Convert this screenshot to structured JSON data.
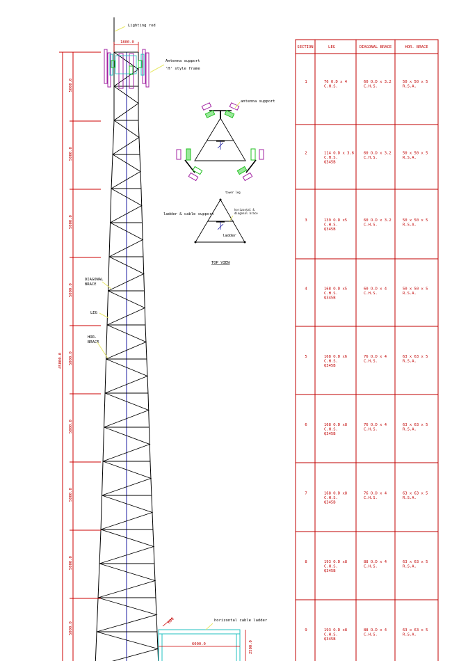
{
  "colors": {
    "tower": "#000000",
    "dimension": "#cc0000",
    "center_line": "#1a1aa0",
    "leader": "#e8e86a",
    "antenna_panel": "#a020a0",
    "antenna_mount": "#20c020",
    "frame": "#20c0c0"
  },
  "elevation": {
    "lightning_rod_label": "Lighting rod",
    "top_width": "1800.0",
    "antenna_label_1": "Antenna support",
    "antenna_label_2": "'H' style frame",
    "diagonal_label_1": "DIAGONAL",
    "diagonal_label_2": "BRACE",
    "leg_label": "LEG",
    "hor_label_1": "HOR.",
    "hor_label_2": "BRACE",
    "total_height": "45000.0",
    "section_heights": [
      "5000.0",
      "5000.0",
      "5000.0",
      "5000.0",
      "5000.0",
      "5000.0",
      "5000.0",
      "5000.0",
      "5000.0"
    ]
  },
  "top_view": {
    "antenna_support_label": "antenna support",
    "tower_leg_label": "tower leg",
    "ladder_support_label": "ladder & cable support",
    "brace_label_1": "horizontal &",
    "brace_label_2": "diagonal brace",
    "ladder_label": "ladder",
    "title": "TOP VIEW"
  },
  "cable_ladder": {
    "label": "horizontal cable ladder",
    "width": "600",
    "length": "6000.0",
    "height": "2500.0"
  },
  "table": {
    "headers": [
      "SECTION",
      "LEG",
      "DIAGONAL BRACE",
      "HOR. BRACE"
    ],
    "rows": [
      {
        "section": "1",
        "leg": [
          "76 O.D x 4",
          "C.H.S."
        ],
        "diag": [
          "60 O.D x 3.2",
          "C.H.S."
        ],
        "hor": [
          "50 x 50 x 5",
          "R.S.A."
        ]
      },
      {
        "section": "2",
        "leg": [
          "114 O.D x 3.6",
          "C.H.S.",
          "Q345B"
        ],
        "diag": [
          "60 O.D x 3.2",
          "C.H.S."
        ],
        "hor": [
          "50 x 50 x 5",
          "R.S.A."
        ]
      },
      {
        "section": "3",
        "leg": [
          "139 O.D x5",
          "C.H.S.",
          "Q345B"
        ],
        "diag": [
          "60 O.D x 3.2",
          "C.H.S."
        ],
        "hor": [
          "50 x 50 x 5",
          "R.S.A."
        ]
      },
      {
        "section": "4",
        "leg": [
          "168 O.D x5",
          "C.H.S.",
          "Q345B"
        ],
        "diag": [
          "60 O.D x 4",
          "C.H.S."
        ],
        "hor": [
          "50 x 50 x 5",
          "R.S.A."
        ]
      },
      {
        "section": "5",
        "leg": [
          "168 O.D x6",
          "C.H.S.",
          "Q345B"
        ],
        "diag": [
          "76 O.D x 4",
          "C.H.S."
        ],
        "hor": [
          "63 x 63 x 5",
          "R.S.A."
        ]
      },
      {
        "section": "6",
        "leg": [
          "168 O.D x8",
          "C.H.S.",
          "Q345B"
        ],
        "diag": [
          "76 O.D x 4",
          "C.H.S."
        ],
        "hor": [
          "63 x 63 x 5",
          "R.S.A."
        ]
      },
      {
        "section": "7",
        "leg": [
          "168 O.D x8",
          "C.H.S.",
          "Q345B"
        ],
        "diag": [
          "76 O.D x 4",
          "C.H.S."
        ],
        "hor": [
          "63 x 63 x 5",
          "R.S.A."
        ]
      },
      {
        "section": "8",
        "leg": [
          "193 O.D x8",
          "C.H.S.",
          "Q345B"
        ],
        "diag": [
          "88 O.D x 4",
          "C.H.S."
        ],
        "hor": [
          "63 x 63 x 5",
          "R.S.A."
        ]
      },
      {
        "section": "9",
        "leg": [
          "193 O.D x8",
          "C.H.S.",
          "Q345B"
        ],
        "diag": [
          "88 O.D x 4",
          "C.H.S."
        ],
        "hor": [
          "63 x 63 x 5",
          "R.S.A."
        ]
      }
    ]
  }
}
